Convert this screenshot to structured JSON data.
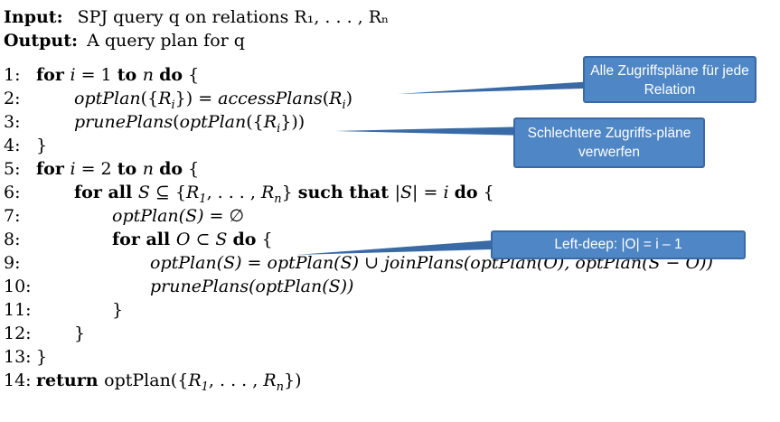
{
  "header": {
    "input_label": "Input:",
    "input_text": "SPJ query q on relations R₁, . . . , Rₙ",
    "output_label": "Output:",
    "output_text": "A query plan for q"
  },
  "lines": [
    {
      "num": "1:",
      "indent": 0,
      "parts": [
        [
          "kw",
          "for "
        ],
        [
          "it",
          "i"
        ],
        [
          "t",
          " = 1 "
        ],
        [
          "kw",
          "to "
        ],
        [
          "it",
          "n "
        ],
        [
          "kw",
          "do"
        ],
        [
          "t",
          " {"
        ]
      ]
    },
    {
      "num": "2:",
      "indent": 1,
      "parts": [
        [
          "it",
          "optPlan"
        ],
        [
          "t",
          "({"
        ],
        [
          "it",
          "R"
        ],
        [
          "sub",
          "i"
        ],
        [
          "t",
          "}) = "
        ],
        [
          "it",
          "accessPlans"
        ],
        [
          "t",
          "("
        ],
        [
          "it",
          "R"
        ],
        [
          "sub",
          "i"
        ],
        [
          "t",
          ")"
        ]
      ]
    },
    {
      "num": "3:",
      "indent": 1,
      "parts": [
        [
          "it",
          "prunePlans"
        ],
        [
          "t",
          "("
        ],
        [
          "it",
          "optPlan"
        ],
        [
          "t",
          "({"
        ],
        [
          "it",
          "R"
        ],
        [
          "sub",
          "i"
        ],
        [
          "t",
          "}))"
        ]
      ]
    },
    {
      "num": "4:",
      "indent": 0,
      "parts": [
        [
          "t",
          "}"
        ]
      ]
    },
    {
      "num": "5:",
      "indent": 0,
      "parts": [
        [
          "kw",
          "for "
        ],
        [
          "it",
          "i"
        ],
        [
          "t",
          " = 2 "
        ],
        [
          "kw",
          "to "
        ],
        [
          "it",
          "n "
        ],
        [
          "kw",
          "do"
        ],
        [
          "t",
          " {"
        ]
      ]
    },
    {
      "num": "6:",
      "indent": 1,
      "parts": [
        [
          "kw",
          "for all "
        ],
        [
          "it",
          "S"
        ],
        [
          "t",
          " ⊆ {"
        ],
        [
          "it",
          "R"
        ],
        [
          "sub",
          "1"
        ],
        [
          "t",
          ", . . . , "
        ],
        [
          "it",
          "R"
        ],
        [
          "sub",
          "n"
        ],
        [
          "t",
          "} "
        ],
        [
          "kw",
          "such that "
        ],
        [
          "t",
          "|"
        ],
        [
          "it",
          "S"
        ],
        [
          "t",
          "| = "
        ],
        [
          "it",
          "i "
        ],
        [
          "kw",
          "do"
        ],
        [
          "t",
          " {"
        ]
      ]
    },
    {
      "num": "7:",
      "indent": 2,
      "parts": [
        [
          "it",
          "optPlan(S)"
        ],
        [
          "t",
          " = ∅"
        ]
      ]
    },
    {
      "num": "8:",
      "indent": 2,
      "parts": [
        [
          "kw",
          "for all "
        ],
        [
          "it",
          "O"
        ],
        [
          "t",
          " ⊂ "
        ],
        [
          "it",
          "S "
        ],
        [
          "kw",
          "do"
        ],
        [
          "t",
          " {"
        ]
      ]
    },
    {
      "num": "9:",
      "indent": 3,
      "parts": [
        [
          "it",
          "optPlan(S)"
        ],
        [
          "t",
          " = "
        ],
        [
          "it",
          "optPlan(S)"
        ],
        [
          "t",
          " ∪ "
        ],
        [
          "it",
          "joinPlans(optPlan(O), optPlan(S − O))"
        ]
      ]
    },
    {
      "num": "10:",
      "indent": 3,
      "parts": [
        [
          "it",
          "prunePlans(optPlan(S))"
        ]
      ]
    },
    {
      "num": "11:",
      "indent": 2,
      "parts": [
        [
          "t",
          "}"
        ]
      ]
    },
    {
      "num": "12:",
      "indent": 1,
      "parts": [
        [
          "t",
          "}"
        ]
      ]
    },
    {
      "num": "13:",
      "indent": 0,
      "parts": [
        [
          "t",
          "}"
        ]
      ]
    },
    {
      "num": "14:",
      "indent": 0,
      "parts": [
        [
          "kw",
          "return "
        ],
        [
          "t",
          "optPlan({"
        ],
        [
          "it",
          "R"
        ],
        [
          "sub",
          "1"
        ],
        [
          "t",
          ", . . . , "
        ],
        [
          "it",
          "R"
        ],
        [
          "sub",
          "n"
        ],
        [
          "t",
          "})"
        ]
      ]
    }
  ],
  "callouts": {
    "access_plans": "Alle Zugriffspläne für jede Relation",
    "prune": "Schlechtere Zugriffs-pläne verwerfen",
    "left_deep": "Left-deep: |O| = i – 1"
  },
  "colors": {
    "callout_fill": "#4f86c6",
    "callout_border": "#3a6aa6",
    "pointer_line": "#1f3864"
  }
}
